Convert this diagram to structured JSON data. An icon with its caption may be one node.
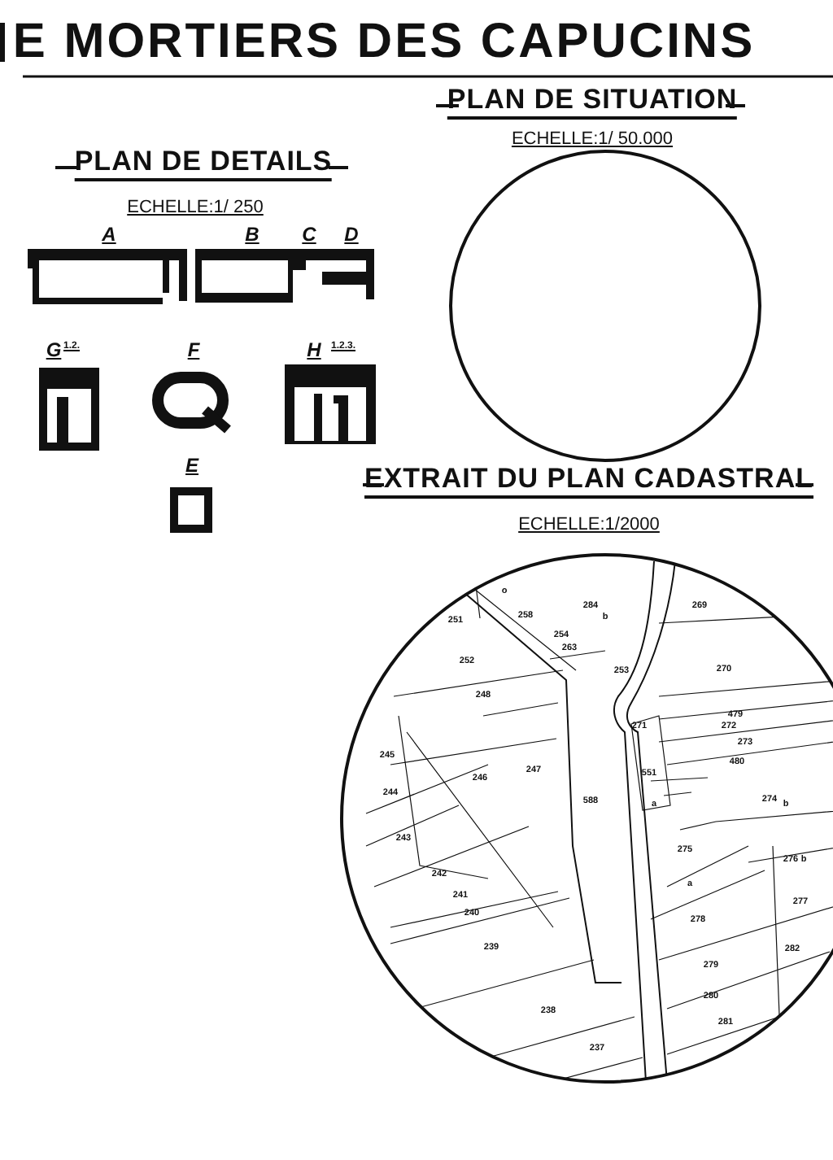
{
  "diagram": {
    "title": "E MORTIERS DES CAPUCINS",
    "nodes": [
      {
        "text": [],
        "shape": "circle"
      }
    ],
    "labels": [
      "PLAN DE SITUATION",
      "ECHELLE:1/ 50.000",
      "PLAN DE DETAILS",
      "ECHELLE:1/ 250",
      "A",
      "B",
      "C",
      "D",
      "G",
      "1.2.",
      "F",
      "H",
      "1.2.3.",
      "E",
      "EXTRAIT DU PLAN CADASTRAL",
      "ECHELLE:1/2000",
      "o",
      "284",
      "b",
      "269",
      "251",
      "258",
      "254",
      "263",
      "252",
      "253",
      "270",
      "248",
      "479",
      "271",
      "272",
      "273",
      "551",
      "480",
      "245",
      "246",
      "247",
      "588",
      "244",
      "a",
      "274",
      "b",
      "243",
      "275",
      "276",
      "b",
      "242",
      "241",
      "a",
      "240",
      "278",
      "277",
      "239",
      "282",
      "279",
      "280",
      "238",
      "281",
      "237"
    ]
  }
}
